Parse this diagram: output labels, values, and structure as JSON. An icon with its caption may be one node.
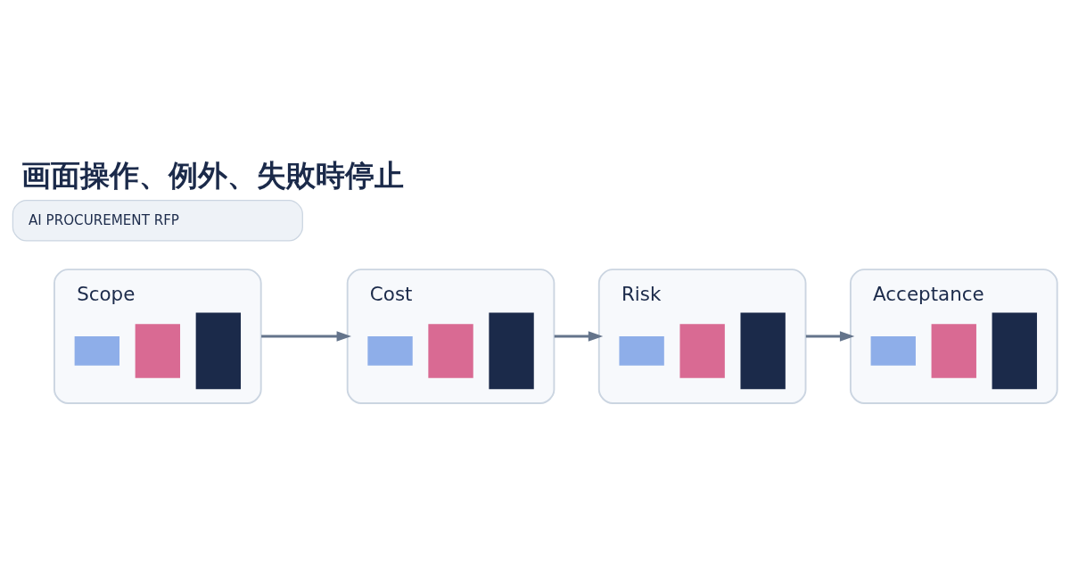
{
  "diagram": {
    "title": "画面操作、例外、失敗時停止",
    "nodes": [
      {
        "text": [
          "AI PROCUREMENT RFP"
        ]
      },
      {
        "text": [
          "Scope"
        ]
      },
      {
        "text": [
          "Cost"
        ]
      },
      {
        "text": [
          "Risk"
        ]
      },
      {
        "text": [
          "Acceptance"
        ]
      }
    ],
    "edges": [
      {
        "from": 1,
        "to": 2,
        "arrow": "to"
      },
      {
        "from": 2,
        "to": 3,
        "arrow": "to"
      },
      {
        "from": 3,
        "to": 4,
        "arrow": "to"
      }
    ]
  }
}
